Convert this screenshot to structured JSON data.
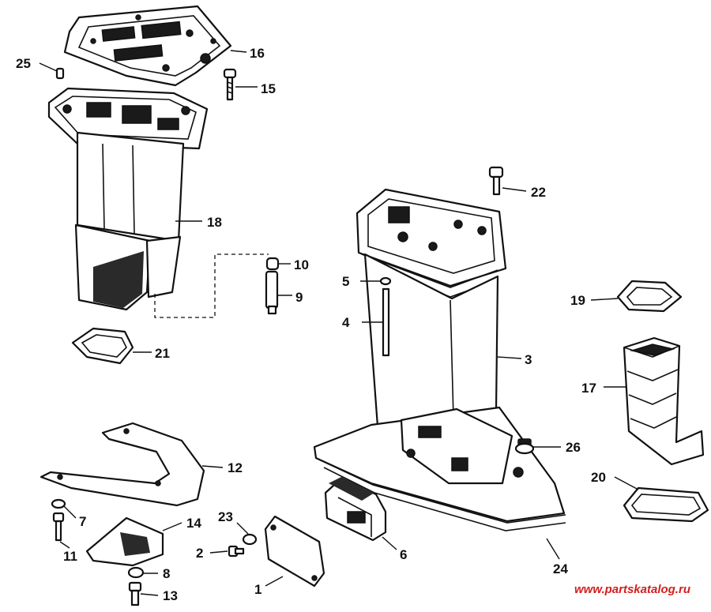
{
  "callouts": {
    "c1": "1",
    "c2": "2",
    "c3": "3",
    "c4": "4",
    "c5": "5",
    "c6": "6",
    "c7": "7",
    "c8": "8",
    "c9": "9",
    "c10": "10",
    "c11": "11",
    "c12": "12",
    "c13": "13",
    "c14": "14",
    "c15": "15",
    "c16": "16",
    "c17": "17",
    "c18": "18",
    "c19": "19",
    "c20": "20",
    "c21": "21",
    "c22": "22",
    "c23": "23",
    "c24": "24",
    "c25": "25",
    "c26": "26"
  },
  "watermark": "www.partskatalog.ru",
  "colors": {
    "ink": "#111111",
    "watermark": "#d21f1f",
    "background": "#ffffff"
  }
}
